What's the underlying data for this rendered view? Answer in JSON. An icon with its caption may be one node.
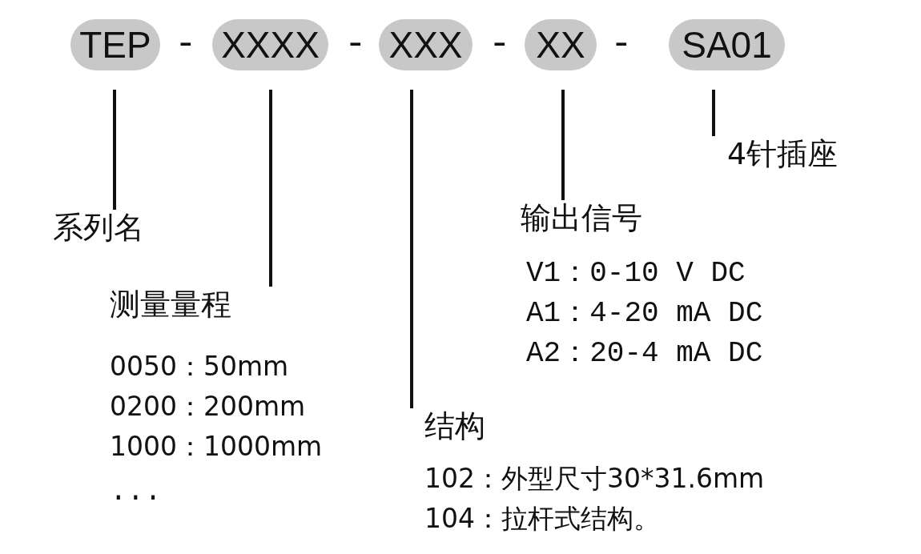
{
  "diagram": {
    "nodes": [
      {
        "text": [
          "TEP"
        ]
      },
      {
        "text": [
          "XXXX"
        ]
      },
      {
        "text": [
          "XXX"
        ]
      },
      {
        "text": [
          "XX"
        ]
      },
      {
        "text": [
          "SA01"
        ]
      },
      {
        "text": [
          "系列名"
        ]
      },
      {
        "text": [
          "测量量程"
        ]
      },
      {
        "text": [
          "结构"
        ]
      },
      {
        "text": [
          "输出信号"
        ]
      },
      {
        "text": [
          "4针插座"
        ]
      }
    ],
    "edges": [
      {
        "from": 0,
        "to": 5,
        "arrow": "none"
      },
      {
        "from": 1,
        "to": 6,
        "arrow": "none"
      },
      {
        "from": 2,
        "to": 7,
        "arrow": "none"
      },
      {
        "from": 3,
        "to": 8,
        "arrow": "none"
      },
      {
        "from": 4,
        "to": 9,
        "arrow": "none"
      }
    ],
    "labels": [
      "-",
      "-",
      "-",
      "-",
      "V1：0-10 V DC",
      "A1：4-20 mA DC",
      "A2：20-4 mA DC",
      "0050：50mm",
      "0200：200mm",
      "1000：1000mm",
      "...",
      "102：外型尺寸30*31.6mm",
      "104：拉杆式结构。"
    ]
  }
}
